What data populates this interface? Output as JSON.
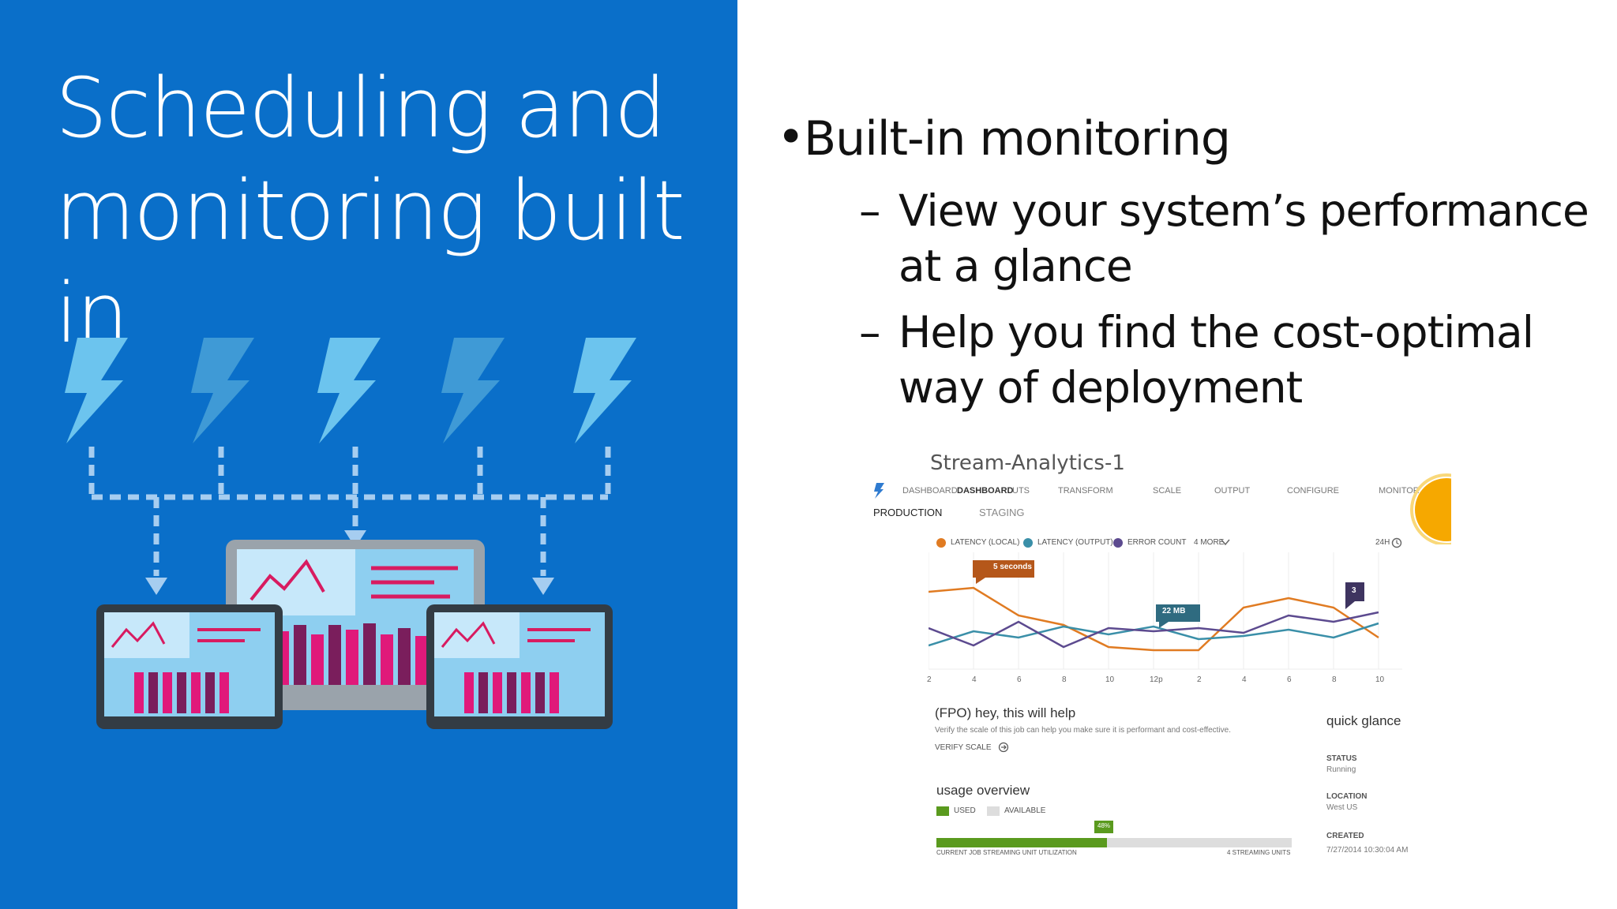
{
  "slide": {
    "title_line1": "Scheduling and",
    "title_line2": "monitoring built in"
  },
  "bullets": {
    "bullet_glyph": "•",
    "dash_glyph": "–",
    "main": "Built-in monitoring",
    "sub1_line1": "View your system’s performance",
    "sub1_line2": "at a glance",
    "sub2_line1": "Help you find the cost-optimal",
    "sub2_line2": "way of deployment"
  },
  "dashboard": {
    "title": "Stream-Analytics-1",
    "nav": [
      "DASHBOARD",
      "DASHBOARD",
      "UTS",
      "TRANSFORM",
      "SCALE",
      "OUTPUT",
      "CONFIGURE",
      "MONITOR"
    ],
    "sub_tabs": [
      "PRODUCTION",
      "STAGING"
    ],
    "legend": [
      {
        "label": "LATENCY (LOCAL)",
        "color": "#e07b22"
      },
      {
        "label": "LATENCY (OUTPUT)",
        "color": "#3a8fa8"
      },
      {
        "label": "ERROR COUNT",
        "color": "#5c4a8f"
      }
    ],
    "legend_more": "4 MORE",
    "time_range": "24H",
    "callouts": {
      "latency": "5 seconds",
      "memory": "22 MB",
      "errors": "3"
    },
    "x_ticks": [
      "2",
      "4",
      "6",
      "8",
      "10",
      "12p",
      "2",
      "4",
      "6",
      "8",
      "10"
    ],
    "help_heading": "(FPO) hey, this will help",
    "help_text": "Verify the scale of this job can help you make sure it is performant and cost-effective.",
    "verify_link": "VERIFY SCALE",
    "usage_heading": "usage overview",
    "usage_legend_used": "USED",
    "usage_legend_available": "AVAILABLE",
    "usage_fraction": 0.48,
    "usage_badge": "48%",
    "usage_caption_left": "CURRENT JOB STREAMING UNIT UTILIZATION",
    "usage_caption_right": "4 STREAMING UNITS",
    "quick_glance_heading": "quick glance",
    "status_label": "STATUS",
    "status_value": "Running",
    "location_label": "LOCATION",
    "location_value": "West US",
    "created_label": "CREATED",
    "created_value": "7/27/2014 10:30:04 AM"
  },
  "colors": {
    "panel_blue": "#0a6fc9",
    "bolt_blue": "#5bb8e8",
    "bar_pink": "#e0197a",
    "bar_purple": "#7a1e5c",
    "series_orange": "#e07b22",
    "series_teal": "#3a8fa8",
    "series_purple": "#5c4a8f",
    "usage_green": "#5a9a1e"
  }
}
